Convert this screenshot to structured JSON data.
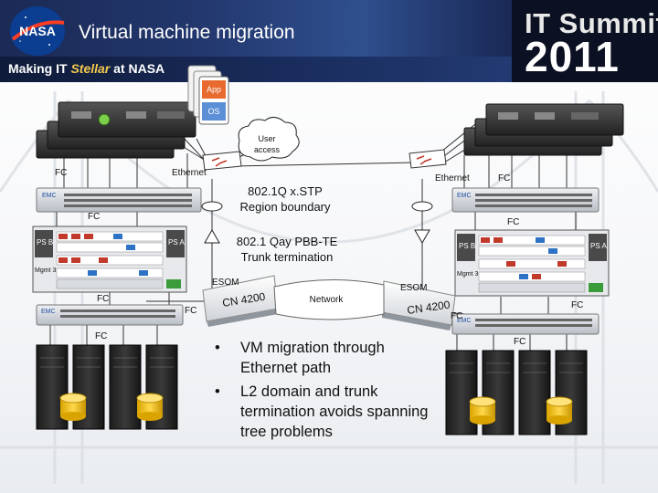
{
  "header": {
    "title": "Virtual machine migration",
    "tagline_prefix": "Making IT ",
    "tagline_brand": "Stellar",
    "tagline_suffix": " at NASA",
    "logo_text": "NASA",
    "summit_title": "IT Summit",
    "summit_year": "2011"
  },
  "diagram": {
    "vm_stack": {
      "app": "App",
      "os": "OS"
    },
    "cloud": {
      "line1": "User",
      "line2": "access"
    },
    "labels": {
      "fc_top_left": "FC",
      "ethernet_left": "Ethernet",
      "ethernet_right": "Ethernet",
      "fc_top_right": "FC",
      "fc_switch_left": "FC",
      "fc_switch_right": "FC",
      "stp_line1": "802.1Q x.STP",
      "stp_line2": "Region boundary",
      "pbb_line1": "802.1 Qay PBB-TE",
      "pbb_line2": "Trunk termination",
      "esom_left": "ESOM",
      "esom_right": "ESOM",
      "cn_left": "CN 4200",
      "cn_right": "CN 4200",
      "network": "Network",
      "fc_mid_left_1": "FC",
      "fc_mid_left_2": "FC",
      "fc_mid_right_1": "FC",
      "fc_mid_right_2": "FC",
      "fc_bottom_left": "FC",
      "fc_bottom_right": "FC"
    },
    "chassis_left": {
      "ps_b": "PS B",
      "ps_a": "PS A",
      "mgmt": "Mgmt 3"
    },
    "chassis_right": {
      "ps_b": "PS B",
      "ps_a": "PS A",
      "mgmt": "Mgmt 3"
    },
    "switch_brand": "EMC"
  },
  "bullets": [
    "VM migration through Ethernet path",
    "L2 domain and trunk termination avoids spanning tree problems"
  ],
  "bullet_symbol": "•"
}
